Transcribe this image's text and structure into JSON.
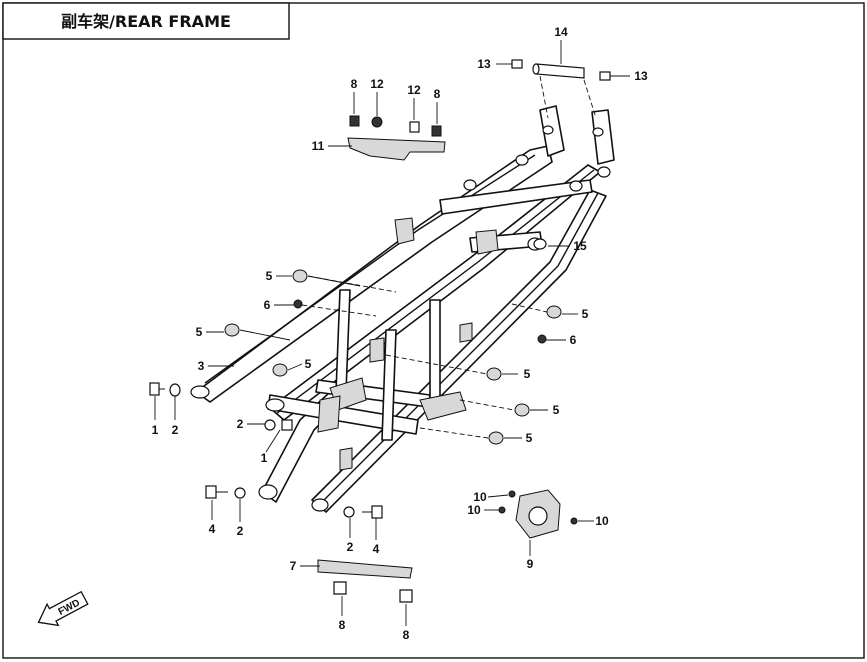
{
  "title": "副车架/REAR  FRAME",
  "callouts": [
    {
      "id": "c14",
      "text": "14"
    },
    {
      "id": "c13a",
      "text": "13"
    },
    {
      "id": "c13b",
      "text": "13"
    },
    {
      "id": "c8a",
      "text": "8"
    },
    {
      "id": "c12a",
      "text": "12"
    },
    {
      "id": "c12b",
      "text": "12"
    },
    {
      "id": "c8b",
      "text": "8"
    },
    {
      "id": "c11",
      "text": "11"
    },
    {
      "id": "c15",
      "text": "15"
    },
    {
      "id": "c5a",
      "text": "5"
    },
    {
      "id": "c6a",
      "text": "6"
    },
    {
      "id": "c5b",
      "text": "5"
    },
    {
      "id": "c3",
      "text": "3"
    },
    {
      "id": "c5c",
      "text": "5"
    },
    {
      "id": "c5d",
      "text": "5"
    },
    {
      "id": "c6b",
      "text": "6"
    },
    {
      "id": "c5e",
      "text": "5"
    },
    {
      "id": "c5f",
      "text": "5"
    },
    {
      "id": "c5g",
      "text": "5"
    },
    {
      "id": "c1a",
      "text": "1"
    },
    {
      "id": "c2a",
      "text": "2"
    },
    {
      "id": "c2b",
      "text": "2"
    },
    {
      "id": "c1b",
      "text": "1"
    },
    {
      "id": "c4a",
      "text": "4"
    },
    {
      "id": "c2c",
      "text": "2"
    },
    {
      "id": "c2d",
      "text": "2"
    },
    {
      "id": "c4b",
      "text": "4"
    },
    {
      "id": "c10a",
      "text": "10"
    },
    {
      "id": "c10b",
      "text": "10"
    },
    {
      "id": "c10c",
      "text": "10"
    },
    {
      "id": "c9",
      "text": "9"
    },
    {
      "id": "c7",
      "text": "7"
    },
    {
      "id": "c8c",
      "text": "8"
    },
    {
      "id": "c8d",
      "text": "8"
    }
  ],
  "fwd_label": "FWD"
}
